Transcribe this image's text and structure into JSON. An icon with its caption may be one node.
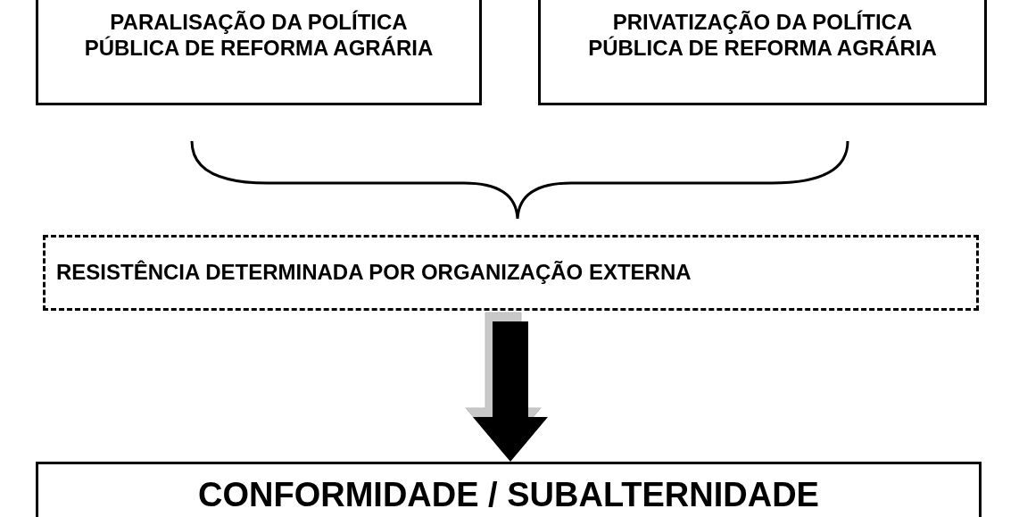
{
  "diagram": {
    "nodes": [
      {
        "text": [
          "PARALISAÇÃO DA POLÍTICA PÚBLICA DE REFORMA AGRÁRIA"
        ]
      },
      {
        "text": [
          "PRIVATIZAÇÃO DA POLÍTICA PÚBLICA DE REFORMA AGRÁRIA"
        ]
      },
      {
        "text": [
          "RESISTÊNCIA DETERMINADA POR ORGANIZAÇÃO EXTERNA"
        ]
      },
      {
        "text": [
          "CONFORMIDADE / SUBALTERNIDADE"
        ]
      }
    ],
    "edges": [
      {
        "from": 2,
        "to": 3,
        "arrow": "to",
        "style": "thick"
      }
    ]
  }
}
